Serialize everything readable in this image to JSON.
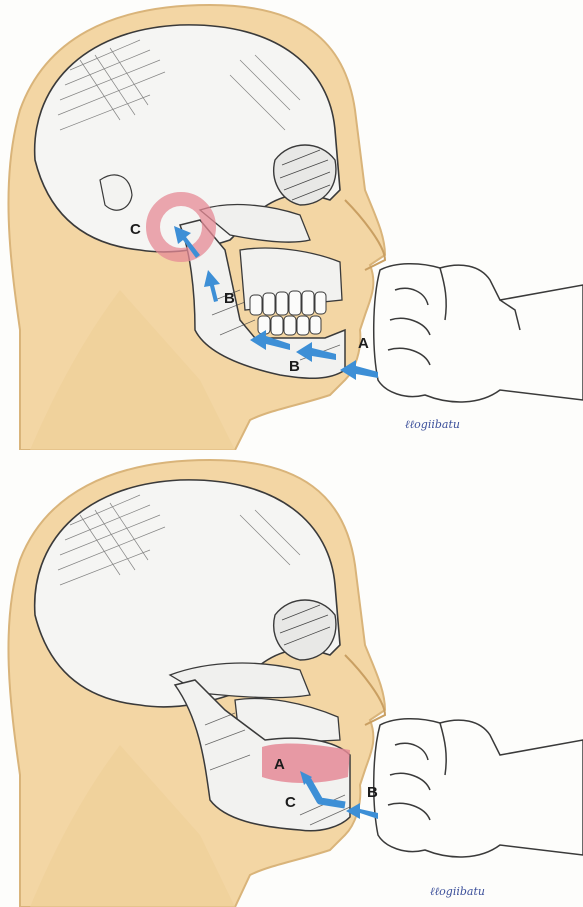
{
  "panels": [
    {
      "id": "top",
      "labels": {
        "A": "A",
        "B1": "B",
        "B2": "B",
        "C": "C"
      },
      "signature": "ℓℓogiibatu"
    },
    {
      "id": "bottom",
      "labels": {
        "A": "A",
        "B": "B",
        "C": "C"
      },
      "signature": "ℓℓogiibatu"
    }
  ],
  "colors": {
    "skin": "#f3d6a4",
    "skin_shadow": "#e2bf85",
    "bone": "#f5f5f3",
    "line": "#3a3a3a",
    "arrow": "#3d8fd6",
    "highlight": "#e58a96"
  }
}
